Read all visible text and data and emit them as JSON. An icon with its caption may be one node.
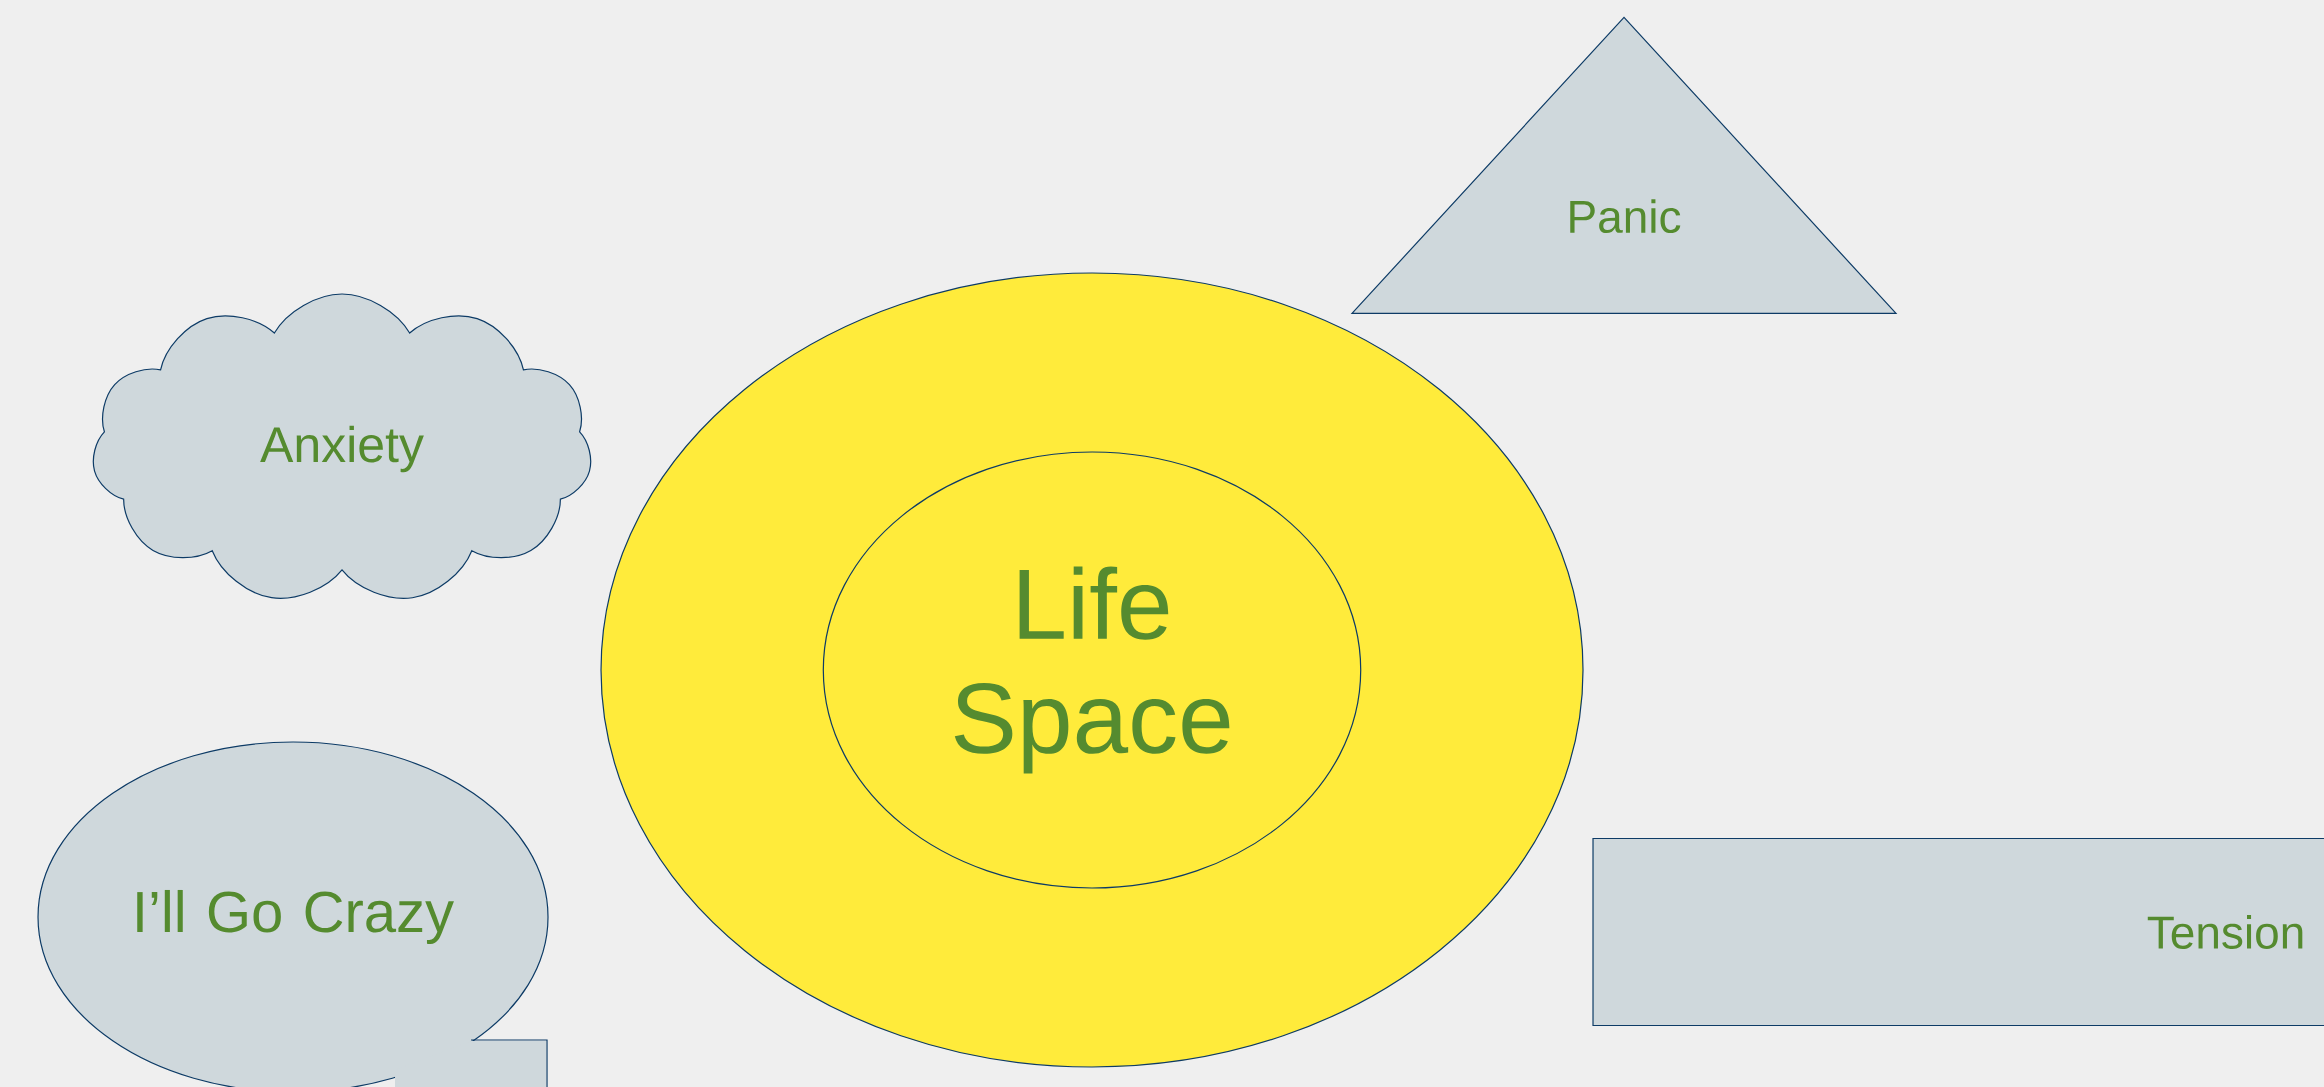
{
  "diagram": {
    "nodes": [
      {
        "text": [
          "Panic"
        ]
      },
      {
        "text": [
          "Anxiety"
        ]
      },
      {
        "text": [],
        "shape": "ellipse"
      },
      {
        "text": [
          "Life Space"
        ],
        "in": 2
      },
      {
        "text": [
          "I’ll Go Crazy"
        ]
      },
      {
        "text": [
          "Tension"
        ]
      }
    ]
  }
}
